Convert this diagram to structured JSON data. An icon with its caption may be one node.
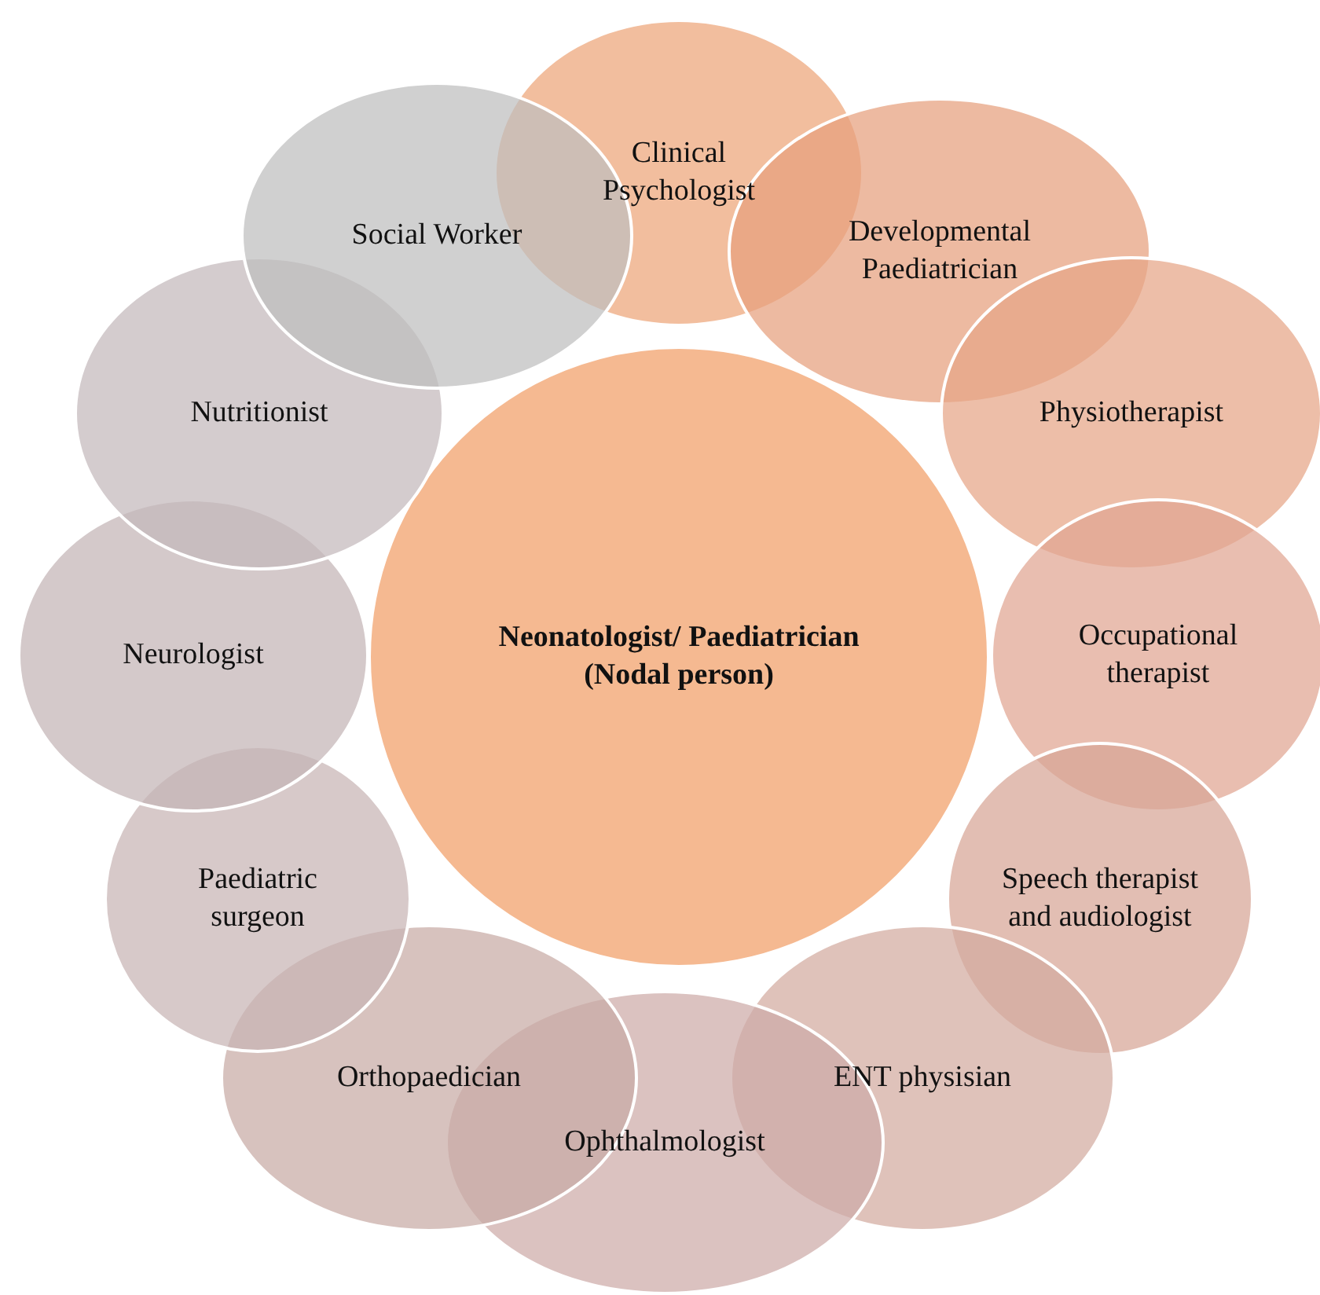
{
  "diagram": {
    "nodes": [
      {
        "text": [
          "Neonatologist/ Paediatrician (Nodal person)"
        ]
      },
      {
        "text": [
          "Clinical Psychologist"
        ]
      },
      {
        "text": [
          "Developmental Paediatrician"
        ]
      },
      {
        "text": [
          "Physiotherapist"
        ]
      },
      {
        "text": [
          "Occupational therapist"
        ]
      },
      {
        "text": [
          "Speech therapist and audiologist"
        ]
      },
      {
        "text": [
          "ENT physisian"
        ]
      },
      {
        "text": [
          "Ophthalmologist"
        ]
      },
      {
        "text": [
          "Orthopaedician"
        ]
      },
      {
        "text": [
          "Paediatric surgeon"
        ]
      },
      {
        "text": [
          "Neurologist"
        ]
      },
      {
        "text": [
          "Nutritionist"
        ]
      },
      {
        "text": [
          "Social Worker"
        ]
      }
    ]
  }
}
